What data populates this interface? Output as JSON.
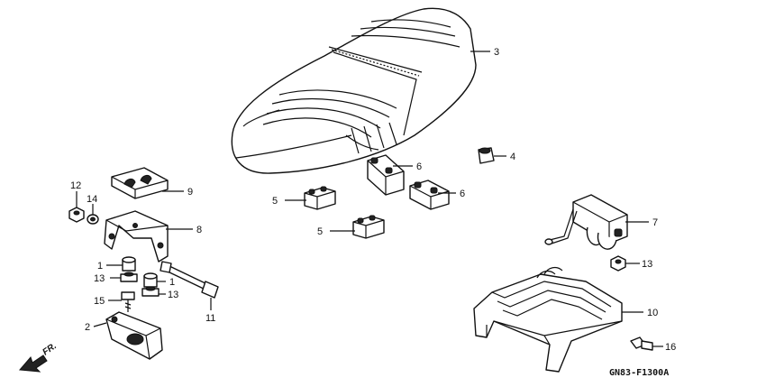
{
  "diagram": {
    "code": "GN83-F1300A",
    "direction_label": "FR.",
    "callouts": [
      {
        "id": "3",
        "label": "3"
      },
      {
        "id": "4",
        "label": "4"
      },
      {
        "id": "6a",
        "label": "6"
      },
      {
        "id": "6b",
        "label": "6"
      },
      {
        "id": "5a",
        "label": "5"
      },
      {
        "id": "5b",
        "label": "5"
      },
      {
        "id": "9",
        "label": "9"
      },
      {
        "id": "12",
        "label": "12"
      },
      {
        "id": "14",
        "label": "14"
      },
      {
        "id": "8",
        "label": "8"
      },
      {
        "id": "1a",
        "label": "1"
      },
      {
        "id": "13a",
        "label": "13"
      },
      {
        "id": "1b",
        "label": "1"
      },
      {
        "id": "13b",
        "label": "13"
      },
      {
        "id": "15",
        "label": "15"
      },
      {
        "id": "2",
        "label": "2"
      },
      {
        "id": "11",
        "label": "11"
      },
      {
        "id": "7",
        "label": "7"
      },
      {
        "id": "13c",
        "label": "13"
      },
      {
        "id": "10",
        "label": "10"
      },
      {
        "id": "16",
        "label": "16"
      }
    ]
  }
}
